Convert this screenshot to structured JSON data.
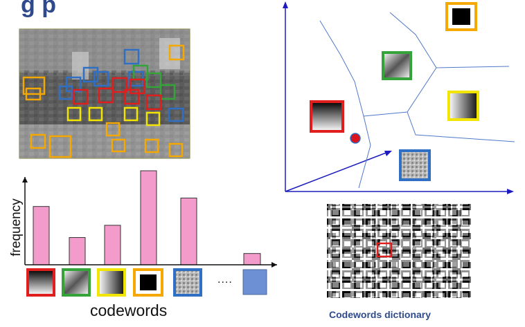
{
  "title_fragment": "g   p",
  "histogram": {
    "ylabel": "frequency",
    "xlabel": "codewords",
    "ellipsis": "....",
    "bars": [
      {
        "codeword": "red",
        "value": 0.62
      },
      {
        "codeword": "green",
        "value": 0.29
      },
      {
        "codeword": "yellow",
        "value": 0.42
      },
      {
        "codeword": "orange",
        "value": 1.0
      },
      {
        "codeword": "blue",
        "value": 0.71
      },
      {
        "codeword": "last",
        "value": 0.12
      }
    ]
  },
  "dictionary": {
    "label": "Codewords dictionary"
  },
  "colors": {
    "red": "#e01e1e",
    "green": "#33a33a",
    "yellow": "#f2e600",
    "orange": "#f5a800",
    "blue": "#2f6fc4",
    "bar": "#f39ccb",
    "axis": "#1b1bbf",
    "cell": "#7a98d8",
    "title": "#2f4a8c"
  }
}
